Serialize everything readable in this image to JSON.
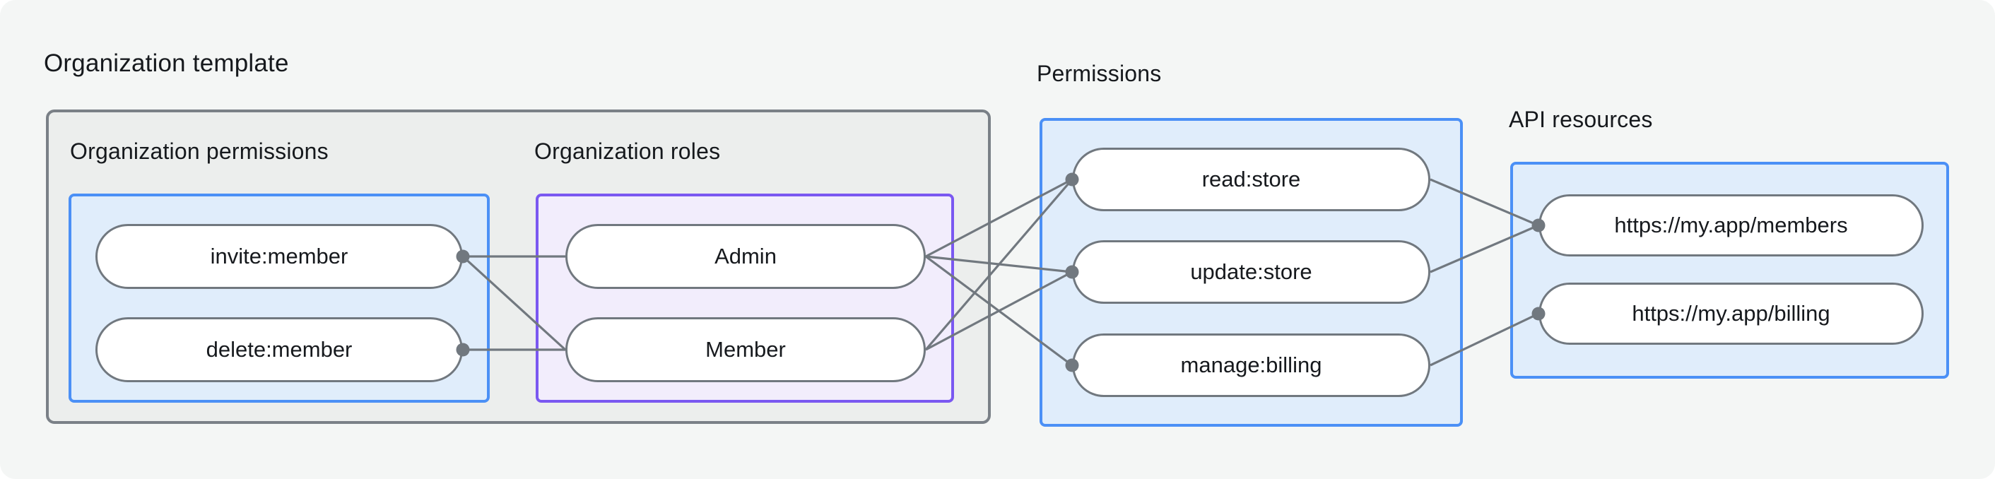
{
  "title": "Organization template",
  "colors": {
    "page_bg": "#F4F6F5",
    "outer_box_bg": "#ECEEED",
    "outer_box_border": "#7A8087",
    "blue_border": "#4B90F6",
    "blue_bg": "#E0EDFB",
    "purple_border": "#7A58F1",
    "purple_bg": "#F2EDFC",
    "pill_border": "#71787F",
    "edge_line": "#71787F",
    "text": "#16191D"
  },
  "sections": {
    "org_permissions": {
      "heading": "Organization permissions",
      "items": [
        {
          "id": "invite_member",
          "label": "invite:member"
        },
        {
          "id": "delete_member",
          "label": "delete:member"
        }
      ]
    },
    "org_roles": {
      "heading": "Organization roles",
      "items": [
        {
          "id": "admin",
          "label": "Admin"
        },
        {
          "id": "member",
          "label": "Member"
        }
      ]
    },
    "permissions": {
      "heading": "Permissions",
      "items": [
        {
          "id": "read_store",
          "label": "read:store"
        },
        {
          "id": "update_store",
          "label": "update:store"
        },
        {
          "id": "manage_billing",
          "label": "manage:billing"
        }
      ]
    },
    "api_resources": {
      "heading": "API resources",
      "items": [
        {
          "id": "members_api",
          "label": "https://my.app/members"
        },
        {
          "id": "billing_api",
          "label": "https://my.app/billing"
        }
      ]
    }
  },
  "edges": [
    {
      "from": "invite_member",
      "to": "admin"
    },
    {
      "from": "invite_member",
      "to": "member"
    },
    {
      "from": "delete_member",
      "to": "member"
    },
    {
      "from": "admin",
      "to": "read_store"
    },
    {
      "from": "admin",
      "to": "update_store"
    },
    {
      "from": "admin",
      "to": "manage_billing"
    },
    {
      "from": "member",
      "to": "read_store"
    },
    {
      "from": "member",
      "to": "update_store"
    },
    {
      "from": "read_store",
      "to": "members_api"
    },
    {
      "from": "update_store",
      "to": "members_api"
    },
    {
      "from": "manage_billing",
      "to": "billing_api"
    }
  ],
  "dots": [
    {
      "node": "invite_member",
      "side": "right"
    },
    {
      "node": "delete_member",
      "side": "right"
    },
    {
      "node": "read_store",
      "side": "left"
    },
    {
      "node": "update_store",
      "side": "left"
    },
    {
      "node": "manage_billing",
      "side": "left"
    },
    {
      "node": "members_api",
      "side": "left"
    },
    {
      "node": "billing_api",
      "side": "left"
    }
  ]
}
